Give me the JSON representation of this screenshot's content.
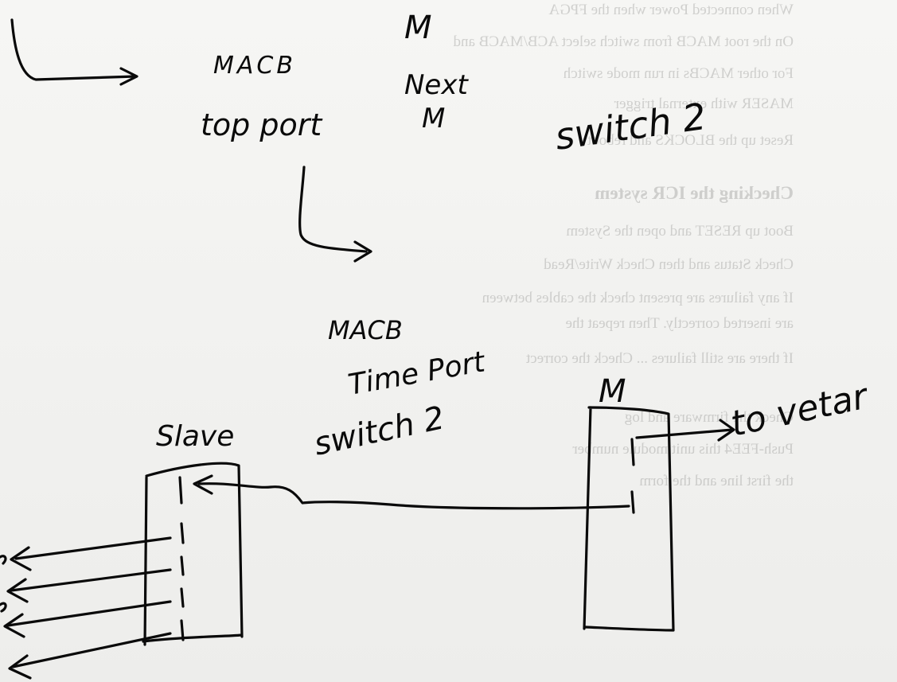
{
  "bleed_through": [
    "When connected Power when the FPGA",
    "On the root MACB from switch select ACB/MACB and",
    "For other MACBs in run mode switch",
    "MASER with external trigger",
    "Reset up the BLOCKS and reboot",
    "Checking the ICR system",
    "Boot up RESET and open the System",
    "Check Status and then Check Write/Read",
    "If any failures are present check the cables between",
    "are inserted correctly. Then repeat the",
    "If there are still failures ... Check the correct",
    "Check the firmware and log",
    "Push-FEE4 this unit module number",
    "the first line and the form"
  ],
  "labels": {
    "top_m": "M",
    "macb_top": "MACB",
    "top_port": "top port",
    "next": "Next",
    "next_m": "M",
    "switch2_top": "switch 2",
    "macb_mid": "MACB",
    "time_port": "Time Port",
    "switch2_mid": "switch 2",
    "slave": "Slave",
    "right_m": "M",
    "to_vetar": "to vetar"
  }
}
